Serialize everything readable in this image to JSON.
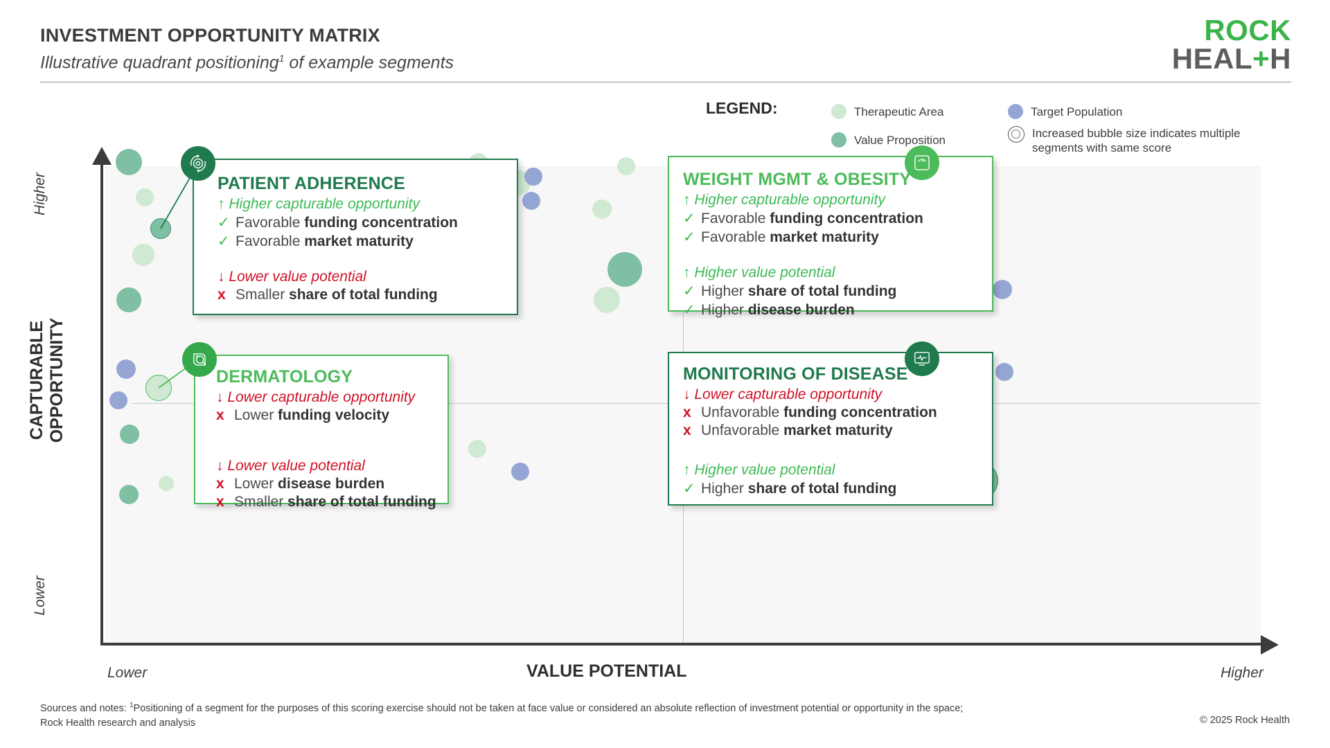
{
  "header": {
    "title": "INVESTMENT OPPORTUNITY MATRIX",
    "subtitle": "Illustrative quadrant positioning",
    "subtitle_sup": "1",
    "subtitle_rest": " of example segments",
    "logo_top": "ROCK",
    "logo_bottom_a": "HEAL",
    "logo_bottom_plus": "+",
    "logo_bottom_b": "H"
  },
  "legend": {
    "label": "LEGEND:",
    "items": [
      {
        "label": "Therapeutic Area",
        "color": "#cfe9d2"
      },
      {
        "label": "Value Proposition",
        "color": "#7fbfa4"
      },
      {
        "label": "Target Population",
        "color": "#95a6d4"
      }
    ],
    "size_note_line1": "Increased bubble size indicates multiple",
    "size_note_line2": "segments with same score"
  },
  "axes": {
    "y_title": "CAPTURABLE OPPORTUNITY",
    "y_high": "Higher",
    "y_low": "Lower",
    "x_title": "VALUE POTENTIAL",
    "x_low": "Lower",
    "x_high": "Higher"
  },
  "cards": {
    "patient_adherence": {
      "title": "PATIENT ADHERENCE",
      "title_color": "#1f7a4d",
      "border_color": "#1f7a4d",
      "groups": [
        {
          "arrow": "↑",
          "heading": "Higher capturable opportunity",
          "tone": "pos",
          "items": [
            {
              "mark": "✓",
              "tone": "ok",
              "text": "Favorable ",
              "bold": "funding concentration"
            },
            {
              "mark": "✓",
              "tone": "ok",
              "text": "Favorable ",
              "bold": "market maturity"
            }
          ]
        },
        {
          "arrow": "↓",
          "heading": "Lower value potential",
          "tone": "neg",
          "items": [
            {
              "mark": "x",
              "tone": "no",
              "text": "Smaller ",
              "bold": "share of total funding"
            }
          ]
        }
      ]
    },
    "weight_mgmt": {
      "title": "WEIGHT MGMT & OBESITY",
      "title_color": "#4cbb5a",
      "border_color": "#4cbb5a",
      "groups": [
        {
          "arrow": "↑",
          "heading": "Higher capturable opportunity",
          "tone": "pos",
          "items": [
            {
              "mark": "✓",
              "tone": "ok",
              "text": "Favorable ",
              "bold": "funding concentration"
            },
            {
              "mark": "✓",
              "tone": "ok",
              "text": "Favorable ",
              "bold": "market maturity"
            }
          ]
        },
        {
          "arrow": "↑",
          "heading": "Higher value potential",
          "tone": "pos",
          "items": [
            {
              "mark": "✓",
              "tone": "ok",
              "text": "Higher ",
              "bold": "share of total funding"
            },
            {
              "mark": "✓",
              "tone": "ok",
              "text": "Higher ",
              "bold": "disease burden"
            }
          ]
        }
      ]
    },
    "dermatology": {
      "title": "DERMATOLOGY",
      "title_color": "#4cbb5a",
      "border_color": "#4cbb5a",
      "groups": [
        {
          "arrow": "↓",
          "heading": "Lower capturable opportunity",
          "tone": "neg",
          "items": [
            {
              "mark": "x",
              "tone": "no",
              "text": "Lower ",
              "bold": "funding velocity"
            }
          ]
        },
        {
          "arrow": "↓",
          "heading": "Lower value potential",
          "tone": "neg",
          "items": [
            {
              "mark": "x",
              "tone": "no",
              "text": "Lower ",
              "bold": "disease burden"
            },
            {
              "mark": "x",
              "tone": "no",
              "text": "Smaller ",
              "bold": "share of total funding"
            }
          ]
        }
      ]
    },
    "monitoring": {
      "title": "MONITORING OF DISEASE",
      "title_color": "#1f7a4d",
      "border_color": "#1f7a4d",
      "groups": [
        {
          "arrow": "↓",
          "heading": "Lower capturable opportunity",
          "tone": "neg",
          "items": [
            {
              "mark": "x",
              "tone": "no",
              "text": "Unfavorable ",
              "bold": "funding concentration"
            },
            {
              "mark": "x",
              "tone": "no",
              "text": "Unfavorable ",
              "bold": "market maturity"
            }
          ]
        },
        {
          "arrow": "↑",
          "heading": "Higher value potential",
          "tone": "pos",
          "items": [
            {
              "mark": "✓",
              "tone": "ok",
              "text": "Higher ",
              "bold": "share of total funding"
            }
          ]
        }
      ]
    }
  },
  "footer": {
    "sources_prefix": "Sources and notes: ",
    "sources_sup": "1",
    "sources_line1": "Positioning of a segment for the purposes of this scoring exercise should not be taken at face value or considered an absolute reflection of investment potential or opportunity in the space;",
    "sources_line2": "Rock Health research and analysis",
    "copyright": "© 2025 Rock Health"
  },
  "chart_data": {
    "type": "scatter",
    "title": "INVESTMENT OPPORTUNITY MATRIX",
    "subtitle": "Illustrative quadrant positioning of example segments",
    "xlabel": "VALUE POTENTIAL",
    "ylabel": "CAPTURABLE OPPORTUNITY",
    "xlim": [
      "Lower",
      "Higher"
    ],
    "ylim": [
      "Lower",
      "Higher"
    ],
    "grid": false,
    "legend_position": "top-right",
    "quadrant_divider_x": 986,
    "quadrant_divider_y": 582,
    "series": [
      {
        "name": "Therapeutic Area",
        "color": "#cfe9d2"
      },
      {
        "name": "Value Proposition",
        "color": "#7fbfa4"
      },
      {
        "name": "Target Population",
        "color": "#95a6d4"
      }
    ],
    "bubbles": [
      {
        "x": 186,
        "y": 234,
        "r": 19,
        "series": "Value Proposition"
      },
      {
        "x": 209,
        "y": 285,
        "r": 13,
        "series": "Therapeutic Area"
      },
      {
        "x": 232,
        "y": 330,
        "r": 15,
        "series": "Value Proposition",
        "highlighted": true
      },
      {
        "x": 207,
        "y": 368,
        "r": 16,
        "series": "Therapeutic Area"
      },
      {
        "x": 186,
        "y": 433,
        "r": 18,
        "series": "Value Proposition"
      },
      {
        "x": 182,
        "y": 533,
        "r": 14,
        "series": "Target Population"
      },
      {
        "x": 229,
        "y": 560,
        "r": 19,
        "series": "Therapeutic Area",
        "highlighted": true
      },
      {
        "x": 171,
        "y": 578,
        "r": 13,
        "series": "Target Population"
      },
      {
        "x": 187,
        "y": 627,
        "r": 14,
        "series": "Value Proposition"
      },
      {
        "x": 240,
        "y": 698,
        "r": 11,
        "series": "Therapeutic Area"
      },
      {
        "x": 186,
        "y": 714,
        "r": 14,
        "series": "Value Proposition"
      },
      {
        "x": 691,
        "y": 235,
        "r": 14,
        "series": "Therapeutic Area"
      },
      {
        "x": 748,
        "y": 264,
        "r": 18,
        "series": "Therapeutic Area"
      },
      {
        "x": 770,
        "y": 255,
        "r": 13,
        "series": "Target Population"
      },
      {
        "x": 767,
        "y": 290,
        "r": 13,
        "series": "Target Population"
      },
      {
        "x": 688,
        "y": 320,
        "r": 19,
        "series": "Therapeutic Area"
      },
      {
        "x": 737,
        "y": 352,
        "r": 12,
        "series": "Therapeutic Area"
      },
      {
        "x": 702,
        "y": 428,
        "r": 21,
        "series": "Value Proposition"
      },
      {
        "x": 689,
        "y": 648,
        "r": 13,
        "series": "Therapeutic Area"
      },
      {
        "x": 751,
        "y": 681,
        "r": 13,
        "series": "Target Population"
      },
      {
        "x": 904,
        "y": 240,
        "r": 13,
        "series": "Therapeutic Area"
      },
      {
        "x": 869,
        "y": 302,
        "r": 14,
        "series": "Therapeutic Area"
      },
      {
        "x": 902,
        "y": 389,
        "r": 25,
        "series": "Value Proposition"
      },
      {
        "x": 876,
        "y": 433,
        "r": 19,
        "series": "Therapeutic Area"
      },
      {
        "x": 1385,
        "y": 291,
        "r": 15,
        "series": "Therapeutic Area",
        "highlighted": true
      },
      {
        "x": 1394,
        "y": 377,
        "r": 14,
        "series": "Value Proposition"
      },
      {
        "x": 1371,
        "y": 429,
        "r": 20,
        "series": "Therapeutic Area"
      },
      {
        "x": 1394,
        "y": 436,
        "r": 14,
        "series": "Value Proposition"
      },
      {
        "x": 1447,
        "y": 418,
        "r": 14,
        "series": "Target Population"
      },
      {
        "x": 1414,
        "y": 530,
        "r": 16,
        "series": "Therapeutic Area"
      },
      {
        "x": 1450,
        "y": 537,
        "r": 13,
        "series": "Target Population"
      },
      {
        "x": 1398,
        "y": 570,
        "r": 13,
        "series": "Value Proposition"
      },
      {
        "x": 1414,
        "y": 694,
        "r": 27,
        "series": "Value Proposition",
        "highlighted": true
      }
    ]
  }
}
